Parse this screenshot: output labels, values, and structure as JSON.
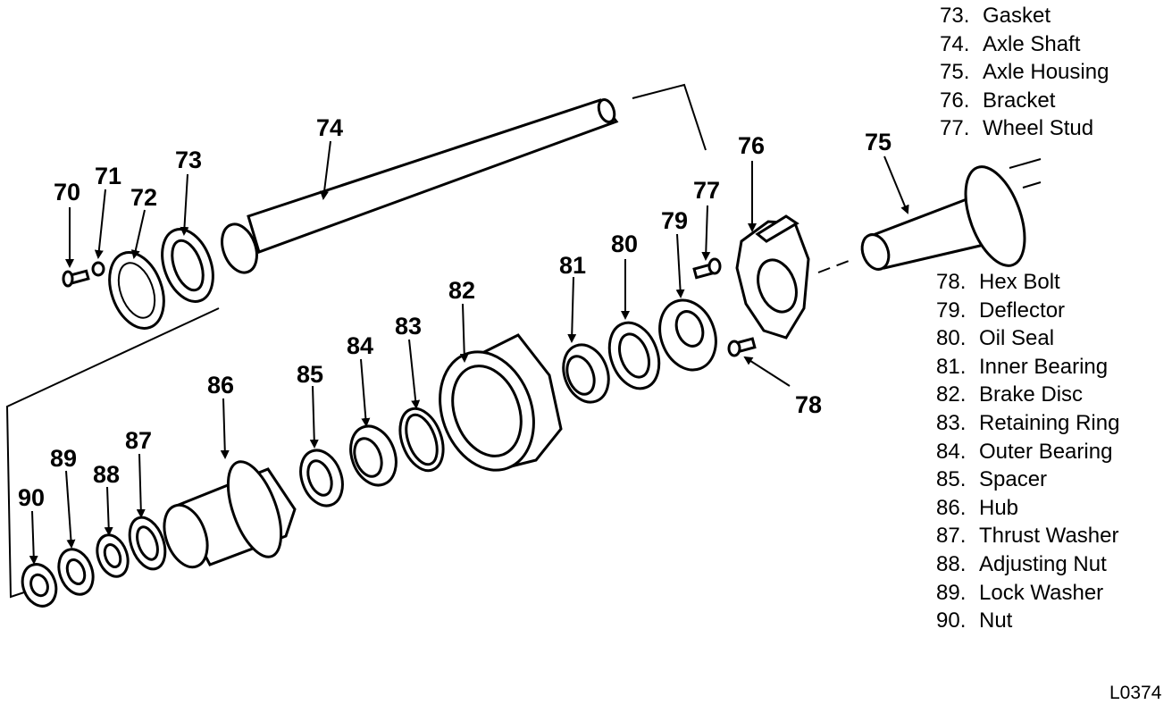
{
  "legend_top": [
    {
      "num": "73.",
      "name": "Gasket"
    },
    {
      "num": "74.",
      "name": "Axle Shaft"
    },
    {
      "num": "75.",
      "name": "Axle Housing"
    },
    {
      "num": "76.",
      "name": "Bracket"
    },
    {
      "num": "77.",
      "name": "Wheel Stud"
    }
  ],
  "legend_bottom": [
    {
      "num": "78.",
      "name": "Hex Bolt"
    },
    {
      "num": "79.",
      "name": "Deflector"
    },
    {
      "num": "80.",
      "name": "Oil Seal"
    },
    {
      "num": "81.",
      "name": "Inner Bearing"
    },
    {
      "num": "82.",
      "name": "Brake Disc"
    },
    {
      "num": "83.",
      "name": "Retaining Ring"
    },
    {
      "num": "84.",
      "name": "Outer Bearing"
    },
    {
      "num": "85.",
      "name": "Spacer"
    },
    {
      "num": "86.",
      "name": "Hub"
    },
    {
      "num": "87.",
      "name": "Thrust Washer"
    },
    {
      "num": "88.",
      "name": "Adjusting Nut"
    },
    {
      "num": "89.",
      "name": "Lock Washer"
    },
    {
      "num": "90.",
      "name": "Nut"
    }
  ],
  "callouts": {
    "c70": "70",
    "c71": "71",
    "c72": "72",
    "c73": "73",
    "c74": "74",
    "c75": "75",
    "c76": "76",
    "c77": "77",
    "c78": "78",
    "c79": "79",
    "c80": "80",
    "c81": "81",
    "c82": "82",
    "c83": "83",
    "c84": "84",
    "c85": "85",
    "c86": "86",
    "c87": "87",
    "c88": "88",
    "c89": "89",
    "c90": "90"
  },
  "figure_code": "L0374"
}
